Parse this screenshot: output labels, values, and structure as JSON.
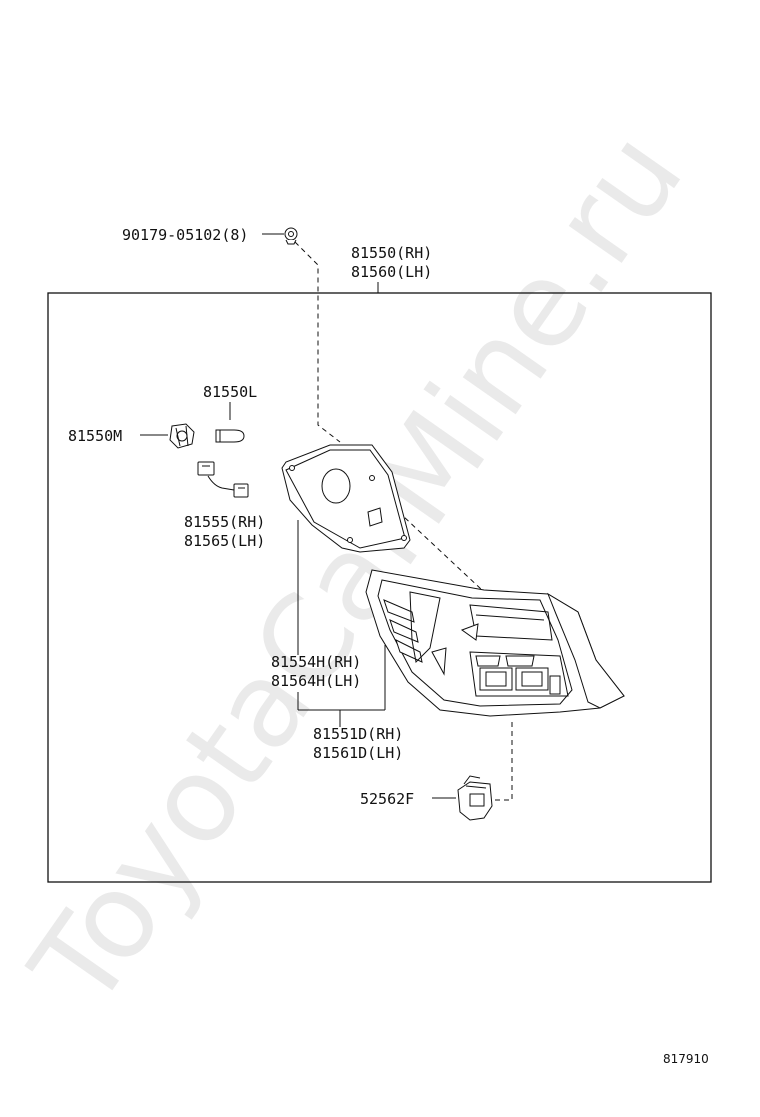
{
  "watermark": "ToyotaCarMine.ru",
  "figure_number": "817910",
  "parts": {
    "bolt": "90179-05102(8)",
    "assembly_rh": "81550(RH)",
    "assembly_lh": "81560(LH)",
    "bulb": "81550L",
    "socket": "81550M",
    "wire_rh": "81555(RH)",
    "wire_lh": "81565(LH)",
    "cover_rh": "81554H(RH)",
    "cover_lh": "81564H(LH)",
    "lens_rh": "81551D(RH)",
    "lens_lh": "81561D(LH)",
    "clip": "52562F"
  }
}
